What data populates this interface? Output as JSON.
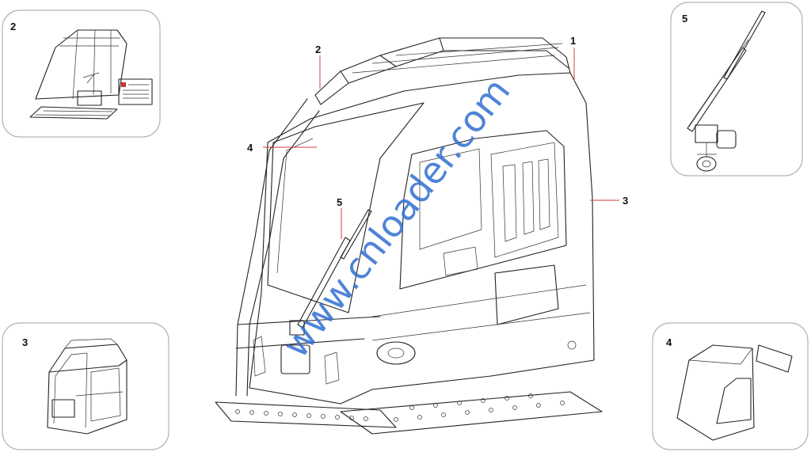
{
  "watermark": "www.cnloader.com",
  "inset_panels": [
    {
      "id": "panel-2",
      "label": "2",
      "subject": "roof guard and label kit"
    },
    {
      "id": "panel-3",
      "label": "3",
      "subject": "complete cab"
    },
    {
      "id": "panel-5",
      "label": "5",
      "subject": "wiper assembly"
    },
    {
      "id": "panel-4",
      "label": "4",
      "subject": "cab glass"
    }
  ],
  "main_callouts": [
    "1",
    "2",
    "3",
    "4",
    "5"
  ],
  "colors": {
    "leader": "#d43c3c",
    "watermark": "#2f6fd0",
    "panel_border": "#b3b3b3"
  }
}
